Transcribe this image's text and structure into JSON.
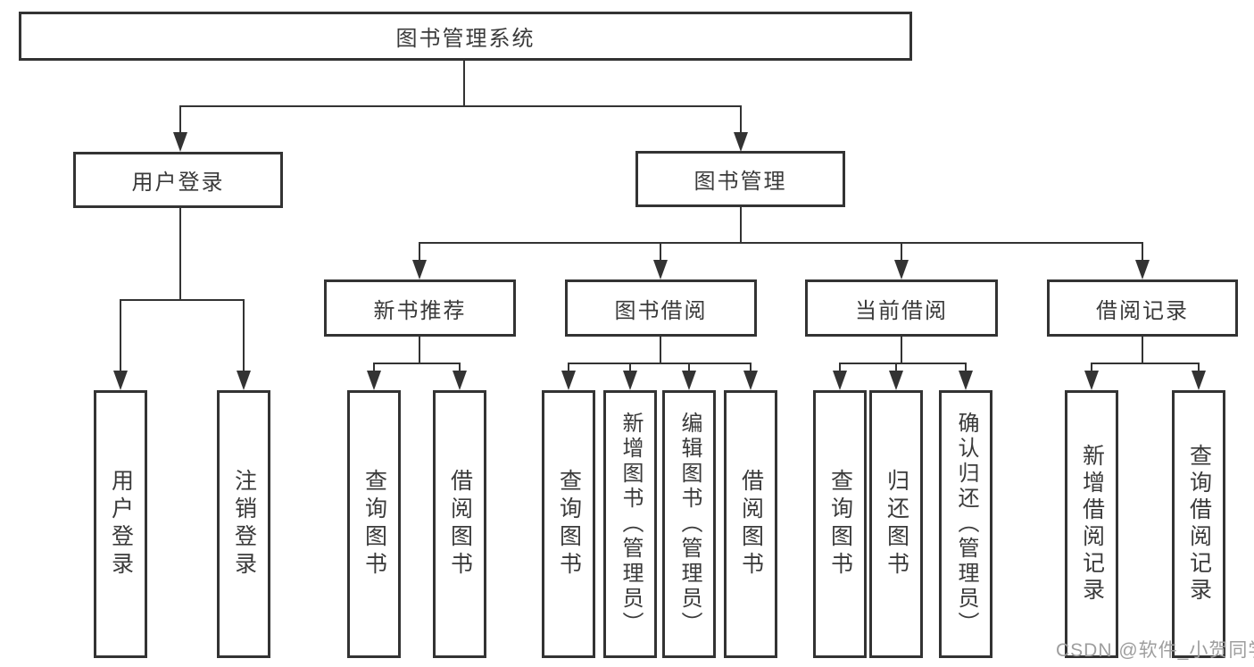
{
  "diagram": {
    "title": "图书管理系统",
    "root": {
      "label": "图书管理系统"
    },
    "level2": [
      {
        "id": "user-login",
        "label": "用户登录"
      },
      {
        "id": "book-management",
        "label": "图书管理"
      }
    ],
    "level3": [
      {
        "id": "new-book-recommend",
        "label": "新书推荐",
        "parent": "图书管理"
      },
      {
        "id": "book-borrow",
        "label": "图书借阅",
        "parent": "图书管理"
      },
      {
        "id": "current-borrow",
        "label": "当前借阅",
        "parent": "图书管理"
      },
      {
        "id": "borrow-records",
        "label": "借阅记录",
        "parent": "图书管理"
      }
    ],
    "leaves": [
      {
        "parent": "用户登录",
        "label": "用户登录"
      },
      {
        "parent": "用户登录",
        "label": "注销登录"
      },
      {
        "parent": "新书推荐",
        "label": "查询图书"
      },
      {
        "parent": "新书推荐",
        "label": "借阅图书"
      },
      {
        "parent": "图书借阅",
        "label": "查询图书"
      },
      {
        "parent": "图书借阅",
        "label": "新增图书（管理员）"
      },
      {
        "parent": "图书借阅",
        "label": "编辑图书（管理员）"
      },
      {
        "parent": "图书借阅",
        "label": "借阅图书"
      },
      {
        "parent": "当前借阅",
        "label": "查询图书"
      },
      {
        "parent": "当前借阅",
        "label": "归还图书"
      },
      {
        "parent": "当前借阅",
        "label": "确认归还（管理员）"
      },
      {
        "parent": "借阅记录",
        "label": "新增借阅记录"
      },
      {
        "parent": "借阅记录",
        "label": "查询借阅记录"
      }
    ],
    "watermark": "CSDN @软件_小贺同学",
    "colors": {
      "line": "#333333",
      "text": "#3a3a3a",
      "watermark": "#9e9e9e",
      "background": "#ffffff"
    }
  }
}
